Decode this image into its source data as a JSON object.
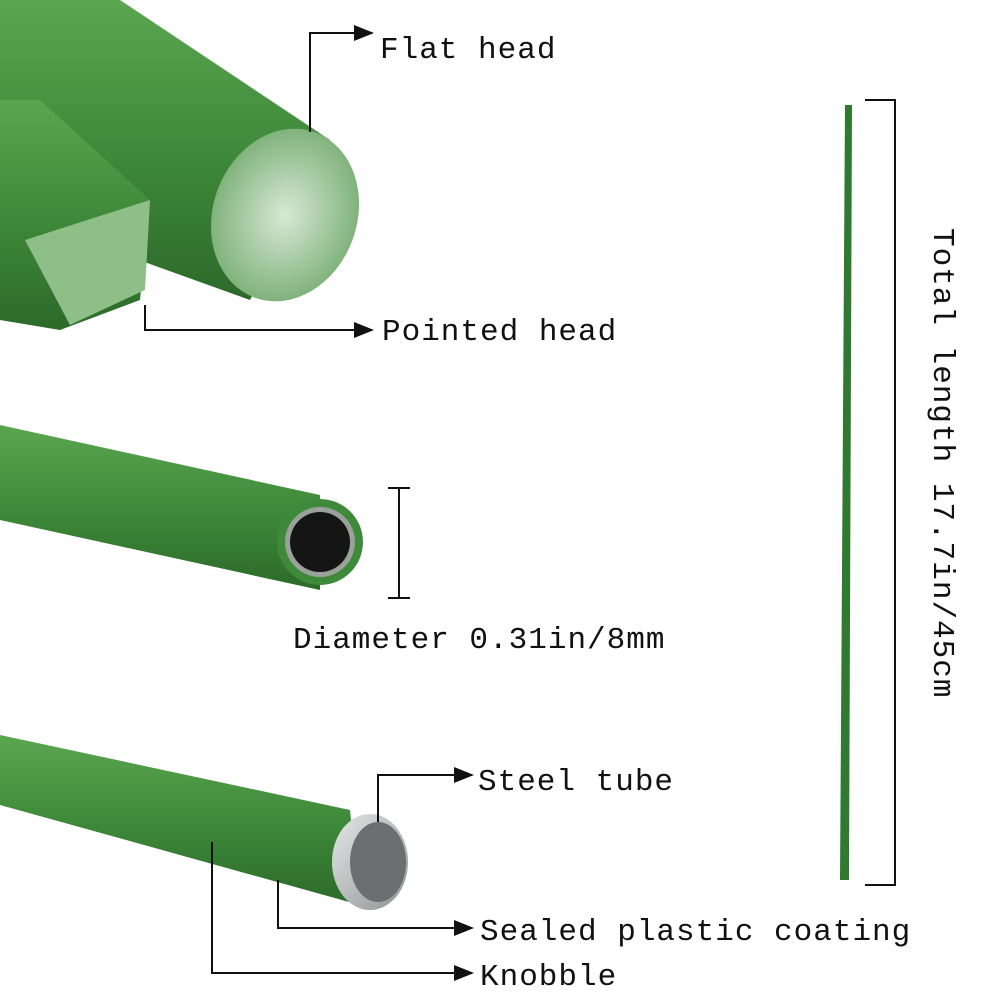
{
  "labels": {
    "flat_head": "Flat head",
    "pointed_head": "Pointed head",
    "diameter": "Diameter 0.31in/8mm",
    "steel_tube": "Steel tube",
    "sealed_coating": "Sealed plastic coating",
    "knobble": "Knobble",
    "total_length": "Total length 17.7in/45cm"
  },
  "colors": {
    "rod_green": "#3f8a3a",
    "rod_dark": "#2c6a2a",
    "rod_light": "#5aa650",
    "steel": "#b9bcbc",
    "line": "#111111"
  }
}
